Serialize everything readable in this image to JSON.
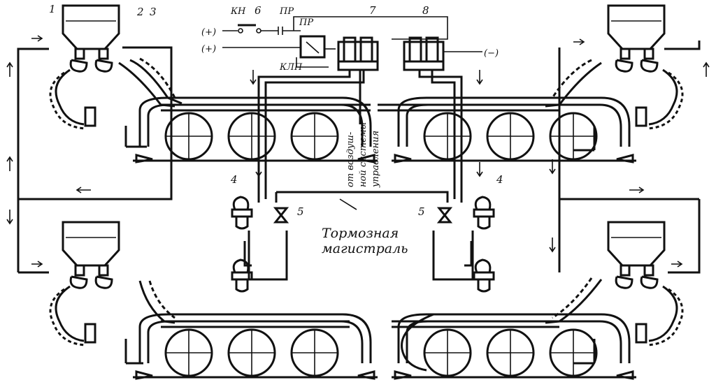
{
  "labels": {
    "n1": "1",
    "n2": "2",
    "n3": "3",
    "n4_left": "4",
    "n4_right": "4",
    "n5_left": "5",
    "n5_right": "5",
    "n6": "6",
    "n7": "7",
    "n8": "8",
    "kn": "КН",
    "pr1": "ПР",
    "pr2": "ПР",
    "klp": "КЛП",
    "plus1": "(+)",
    "plus2": "(+)",
    "minus": "(−)",
    "air_1": "от воздуш-",
    "air_2": "ной системы",
    "air_3": "управления",
    "brake_1": "Тормозная",
    "brake_2": "магистраль"
  }
}
